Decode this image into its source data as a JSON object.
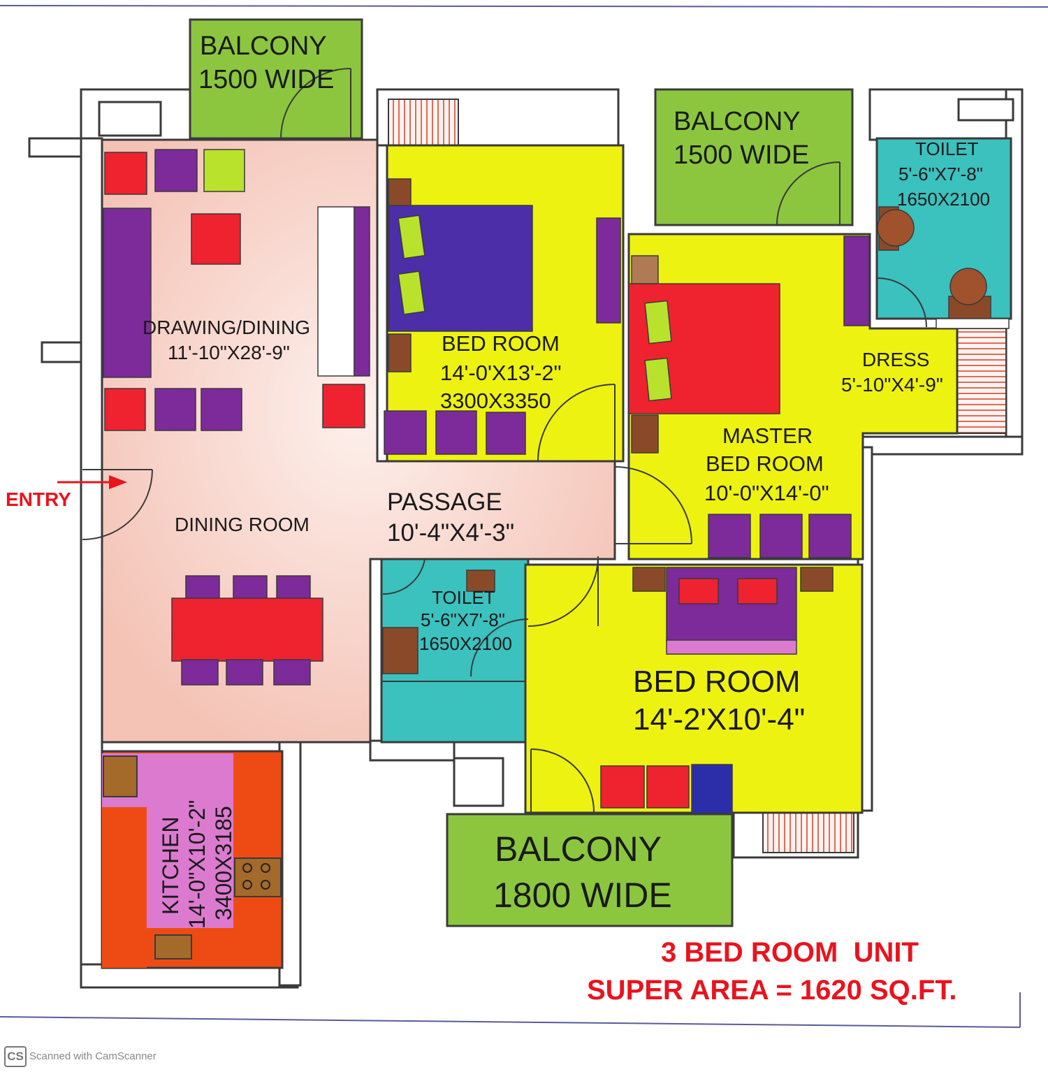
{
  "colors": {
    "wall": "#3a3a3a",
    "balcony": "#8cc63f",
    "bedroom": "#eef211",
    "drawing": "#f7cbc0",
    "toilet": "#3bc1be",
    "kitchen": "#ee4b14",
    "furniture_red": "#ef2230",
    "furniture_purple": "#7d2a9a",
    "bed_blue": "#4b2ea8",
    "wood": "#8a4a2a",
    "accent_red": "#e8141e"
  },
  "rooms": {
    "balcony_top": {
      "name": "BALCONY",
      "size": "1500 WIDE"
    },
    "balcony_master": {
      "name": "BALCONY",
      "size": "1500 WIDE"
    },
    "balcony_bottom": {
      "name": "BALCONY",
      "size": "1800 WIDE"
    },
    "toilet_master": {
      "name": "TOILET",
      "dims_ft": "5'-6\"X7'-8\"",
      "dims_mm": "1650X2100"
    },
    "toilet_common": {
      "name": "TOILET",
      "dims_ft": "5'-6\"X7'-8\"",
      "dims_mm": "1650X2100"
    },
    "drawing_dining": {
      "name": "DRAWING/DINING",
      "dims_ft": "11'-10\"X28'-9\""
    },
    "bedroom_1": {
      "name": "BED ROOM",
      "dims_ft": "14'-0'X13'-2\"",
      "dims_mm": "3300X3350"
    },
    "dress": {
      "name": "DRESS",
      "dims_ft": "5'-10\"X4'-9\""
    },
    "master_bedroom": {
      "name_line1": "MASTER",
      "name_line2": "BED ROOM",
      "dims_ft": "10'-0\"X14'-0\""
    },
    "passage": {
      "name": "PASSAGE",
      "dims_ft": "10'-4\"X4'-3\""
    },
    "dining_room": {
      "name": "DINING ROOM"
    },
    "bedroom_2": {
      "name": "BED ROOM",
      "dims_ft": "14'-2'X10'-4\""
    },
    "kitchen": {
      "name": "KITCHEN",
      "dims_ft": "14'-0\"X10'-2\"",
      "dims_mm": "3400X3185"
    }
  },
  "entry_label": "ENTRY",
  "unit": {
    "title": "3 BED ROOM  UNIT",
    "area": "SUPER AREA = 1620 SQ.FT."
  },
  "footer": {
    "badge": "CS",
    "text": "Scanned with CamScanner"
  }
}
